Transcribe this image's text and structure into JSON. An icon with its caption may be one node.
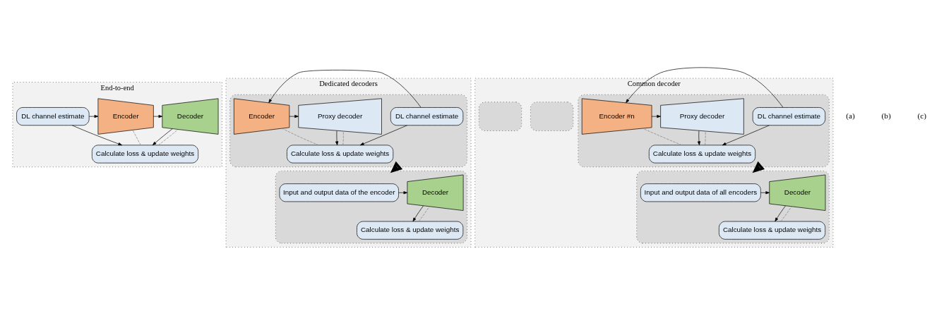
{
  "diagram": {
    "nodes": [
      {
        "text": [
          "End-to-end"
        ]
      },
      {
        "text": [
          "DL channel estimate"
        ],
        "in": 0
      },
      {
        "text": [
          "Encoder"
        ],
        "in": 0
      },
      {
        "text": [
          "Decoder"
        ],
        "in": 0
      },
      {
        "text": [
          "Calculate loss & update weights"
        ],
        "in": 0
      },
      {
        "text": [
          "Dedicated decoders"
        ]
      },
      {
        "text": [],
        "shape": "box",
        "in": 5
      },
      {
        "text": [
          "DL channel estimate"
        ],
        "in": 6
      },
      {
        "text": [
          "Encoder"
        ],
        "in": 6
      },
      {
        "text": [
          "Proxy decoder"
        ],
        "in": 6
      },
      {
        "text": [
          "Calculate loss & update weights"
        ],
        "in": 6
      },
      {
        "text": [],
        "shape": "box",
        "in": 5
      },
      {
        "text": [
          "Input and output data of the encoder"
        ],
        "in": 11
      },
      {
        "text": [
          "Decoder"
        ],
        "in": 11
      },
      {
        "text": [
          "Calculate loss & update weights"
        ],
        "in": 11
      },
      {
        "text": [
          "Common decoder"
        ]
      },
      {
        "text": [],
        "shape": "box",
        "in": 15
      },
      {
        "text": [],
        "shape": "box",
        "in": 15
      },
      {
        "text": [],
        "shape": "box",
        "in": 15
      },
      {
        "text": [
          "DL channel estimate"
        ],
        "in": 18
      },
      {
        "text": [
          "Encoder #n"
        ],
        "in": 18
      },
      {
        "text": [
          "Proxy decoder"
        ],
        "in": 18
      },
      {
        "text": [
          "Calculate loss & update weights"
        ],
        "in": 18
      },
      {
        "text": [],
        "shape": "box",
        "in": 15
      },
      {
        "text": [
          "Input and output data of all encoders"
        ],
        "in": 23
      },
      {
        "text": [
          "Decoder"
        ],
        "in": 23
      },
      {
        "text": [
          "Calculate loss & update weights"
        ],
        "in": 23
      }
    ],
    "edges": [
      {
        "from": 1,
        "to": 2,
        "arrow": "to"
      },
      {
        "from": 2,
        "to": 3,
        "arrow": "to"
      },
      {
        "from": 1,
        "to": 4,
        "arrow": "to"
      },
      {
        "from": 3,
        "to": 4,
        "arrow": "to"
      },
      {
        "from": 4,
        "to": 2,
        "arrow": "none",
        "style": "dashed",
        "color": "#808080"
      },
      {
        "from": 4,
        "to": 3,
        "arrow": "none",
        "style": "dashed",
        "color": "#808080"
      },
      {
        "from": 7,
        "to": 8,
        "arrow": "to"
      },
      {
        "from": 8,
        "to": 9,
        "arrow": "to"
      },
      {
        "from": 7,
        "to": 10,
        "arrow": "to"
      },
      {
        "from": 9,
        "to": 10,
        "arrow": "to"
      },
      {
        "from": 10,
        "to": 8,
        "arrow": "none",
        "style": "dashed",
        "color": "#808080"
      },
      {
        "from": 10,
        "to": 9,
        "arrow": "none",
        "style": "dashed",
        "color": "#808080"
      },
      {
        "from": 6,
        "to": 11,
        "arrow": "to",
        "style": "thick"
      },
      {
        "from": 12,
        "to": 13,
        "arrow": "to"
      },
      {
        "from": 13,
        "to": 14,
        "arrow": "to"
      },
      {
        "from": 14,
        "to": 13,
        "arrow": "none",
        "style": "dashed",
        "color": "#808080"
      },
      {
        "from": 19,
        "to": 20,
        "arrow": "to"
      },
      {
        "from": 20,
        "to": 21,
        "arrow": "to"
      },
      {
        "from": 19,
        "to": 22,
        "arrow": "to"
      },
      {
        "from": 21,
        "to": 22,
        "arrow": "to"
      },
      {
        "from": 22,
        "to": 20,
        "arrow": "none",
        "style": "dashed",
        "color": "#808080"
      },
      {
        "from": 22,
        "to": 21,
        "arrow": "none",
        "style": "dashed",
        "color": "#808080"
      },
      {
        "from": 18,
        "to": 23,
        "arrow": "to",
        "style": "thick"
      },
      {
        "from": 24,
        "to": 25,
        "arrow": "to"
      },
      {
        "from": 25,
        "to": 26,
        "arrow": "to"
      },
      {
        "from": 26,
        "to": 25,
        "arrow": "none",
        "style": "dashed",
        "color": "#808080"
      }
    ],
    "labels": [
      "(a)",
      "(b)",
      "(c)"
    ]
  }
}
